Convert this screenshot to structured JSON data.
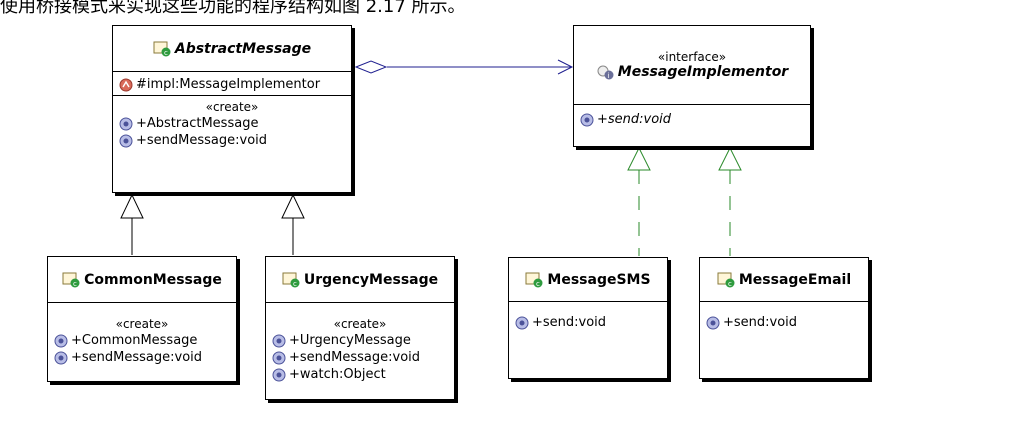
{
  "caption": "使用桥接模式来实现这些功能的程序结构如图 2.17 所示。",
  "classes": {
    "abstract_message": {
      "name": "AbstractMessage",
      "field": "#impl:MessageImplementor",
      "stereotype": "«create»",
      "methods": [
        "+AbstractMessage",
        "+sendMessage:void"
      ]
    },
    "message_implementor": {
      "stereotype": "«interface»",
      "name": "MessageImplementor",
      "methods": [
        "+send:void"
      ]
    },
    "common_message": {
      "name": "CommonMessage",
      "stereotype": "«create»",
      "methods": [
        "+CommonMessage",
        "+sendMessage:void"
      ]
    },
    "urgency_message": {
      "name": "UrgencyMessage",
      "stereotype": "«create»",
      "methods": [
        "+UrgencyMessage",
        "+sendMessage:void",
        "+watch:Object"
      ]
    },
    "message_sms": {
      "name": "MessageSMS",
      "methods": [
        "+send:void"
      ]
    },
    "message_email": {
      "name": "MessageEmail",
      "methods": [
        "+send:void"
      ]
    }
  },
  "colors": {
    "association": "#1f1f8f",
    "realization": "#2a8a2a",
    "generalization": "#000000",
    "method_icon": "#7b83c4",
    "field_icon": "#d96a5a"
  }
}
